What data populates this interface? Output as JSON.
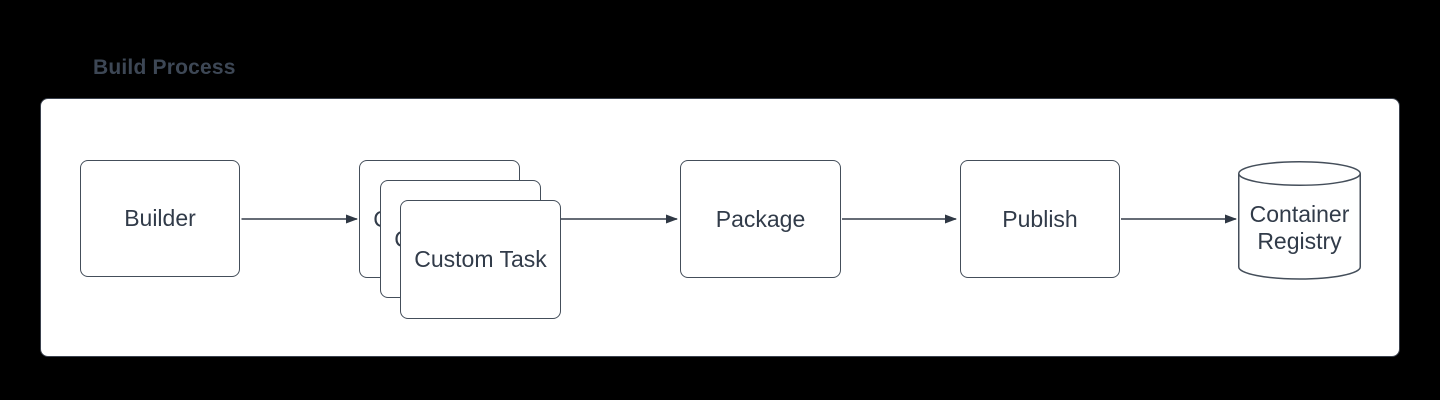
{
  "canvas": {
    "title": "Build Process"
  },
  "colors": {
    "background": "#000000",
    "panel_fill": "#ffffff",
    "panel_stroke": "#3a414d",
    "node_fill": "#ffffff",
    "node_stroke": "#444e5a",
    "connector": "#343c49",
    "label_text": "#313b49",
    "title_text": "#3d4755"
  },
  "nodes": [
    {
      "id": "builder",
      "label": "Builder",
      "shape": "rounded-rectangle"
    },
    {
      "id": "custom-task",
      "label": "Custom Task",
      "shape": "stacked-rectangles",
      "stack_count": 3
    },
    {
      "id": "package",
      "label": "Package",
      "shape": "rounded-rectangle"
    },
    {
      "id": "publish",
      "label": "Publish",
      "shape": "rounded-rectangle"
    },
    {
      "id": "container-registry",
      "label": "Container Registry",
      "label_line1": "Container",
      "label_line2": "Registry",
      "shape": "cylinder"
    }
  ],
  "edges": [
    {
      "from": "builder",
      "to": "custom-task"
    },
    {
      "from": "custom-task",
      "to": "package"
    },
    {
      "from": "package",
      "to": "publish"
    },
    {
      "from": "publish",
      "to": "container-registry"
    }
  ]
}
